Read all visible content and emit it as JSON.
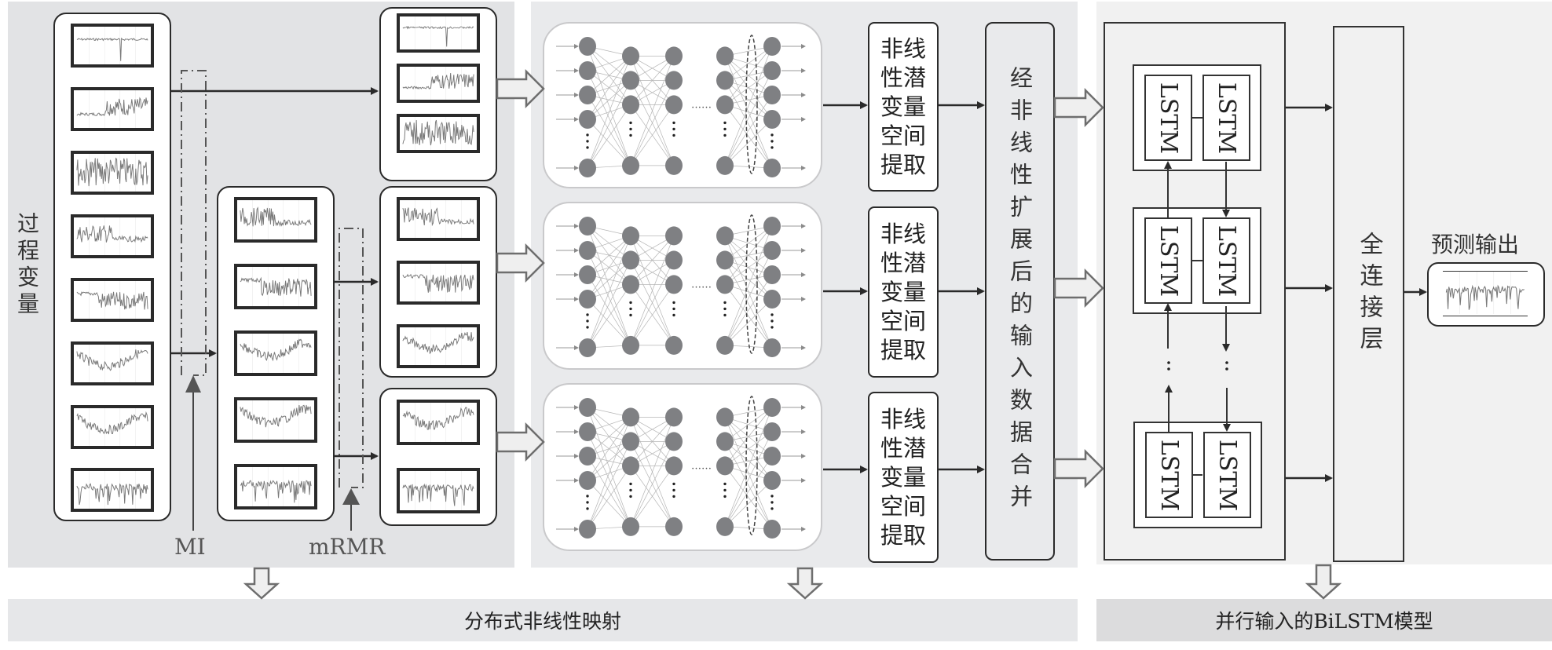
{
  "sections": {
    "feature_selection": {
      "process_variables_label": "过程变量",
      "mi_label": "MI",
      "mrmr_label": "mRMR",
      "groups": [
        {
          "name": "all-process-variables",
          "chart_count": 8
        },
        {
          "name": "mi-selected-variables",
          "chart_count": 5
        },
        {
          "name": "subset-1",
          "chart_count": 3
        },
        {
          "name": "subset-2",
          "chart_count": 3
        },
        {
          "name": "subset-3",
          "chart_count": 2
        }
      ]
    },
    "nonlinear_mapping": {
      "networks": 3,
      "extraction_label": "非线\n性潜\n变量\n空间\n提取",
      "extraction_labels": [
        "非线性潜变量空间提取",
        "非线性潜变量空间提取",
        "非线性潜变量空间提取"
      ],
      "merge_label": "经非线性扩展后的输入数据合并",
      "ellipsis": "……"
    },
    "bilstm": {
      "cell_label": "LSTM",
      "fc_label": "全连接层",
      "output_label": "预测输出"
    }
  },
  "footer": {
    "left_label": "分布式非线性映射",
    "right_label": "并行输入的BiLSTM模型"
  },
  "colors": {
    "line": "#2a2a2a",
    "node": "#7f8083",
    "hollow_arrow_fill": "#efefef",
    "hollow_arrow_stroke": "#6e6e6e"
  }
}
